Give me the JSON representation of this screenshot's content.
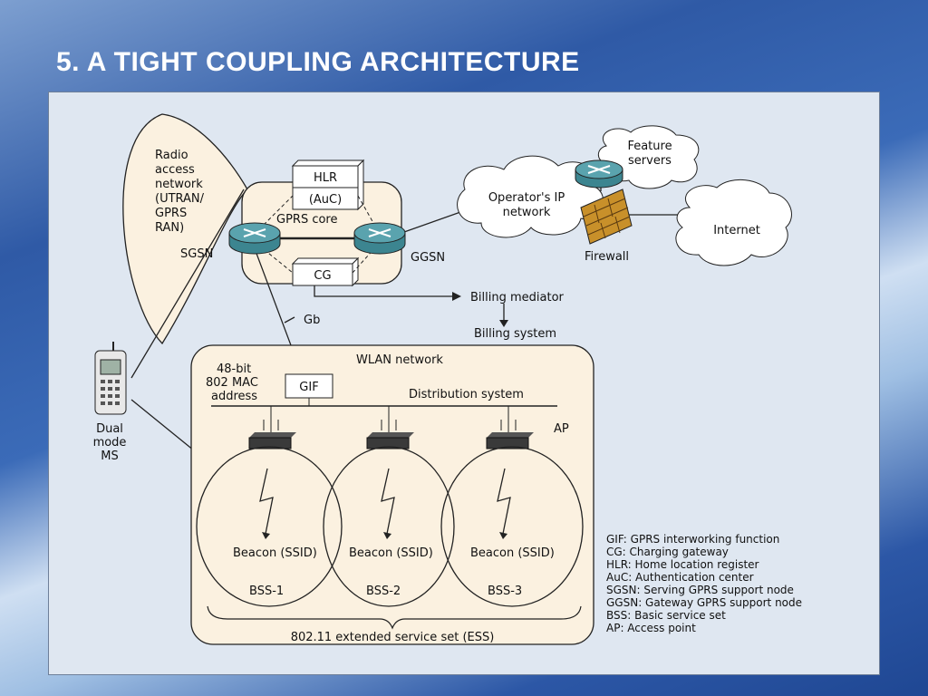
{
  "title": "5. A TIGHT COUPLING ARCHITECTURE",
  "ran": [
    "Radio",
    "access",
    "network",
    "(UTRAN/",
    "GPRS",
    "RAN)"
  ],
  "sgsn": "SGSN",
  "ggsn": "GGSN",
  "hlr": "HLR",
  "auc": "(AuC)",
  "gprs_core": "GPRS core",
  "cg": "CG",
  "operator_network": [
    "Operator's IP",
    "network"
  ],
  "feature_servers": [
    "Feature",
    "servers"
  ],
  "firewall": "Firewall",
  "internet": "Internet",
  "billing_mediator": "Billing mediator",
  "billing_system": "Billing system",
  "gb": "Gb",
  "wlan_network": "WLAN network",
  "mac_address": [
    "48-bit",
    "802 MAC",
    "address"
  ],
  "gif": "GIF",
  "distribution_system": "Distribution system",
  "ap": "AP",
  "beacon": "Beacon (SSID)",
  "bss": [
    "BSS-1",
    "BSS-2",
    "BSS-3"
  ],
  "ess": "802.11 extended service set (ESS)",
  "dual_mode": [
    "Dual",
    "mode",
    "MS"
  ],
  "legend": [
    "GIF: GPRS interworking function",
    "CG: Charging gateway",
    "HLR: Home location register",
    "AuC: Authentication center",
    "SGSN: Serving GPRS support node",
    "GGSN: Gateway GPRS support node",
    "BSS: Basic service set",
    "AP: Access point"
  ],
  "colors": {
    "panel": "#dfe7f1",
    "cream": "#fbf1e0",
    "router": "#5aa3ae",
    "firewall": "#c8902a"
  }
}
